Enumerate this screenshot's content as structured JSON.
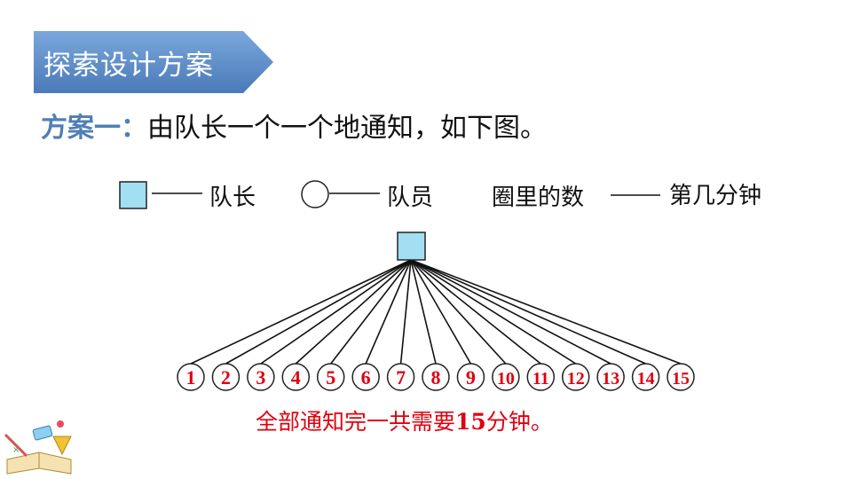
{
  "banner": {
    "title": "探索设计方案"
  },
  "plan": {
    "label": "方案一：",
    "text": "由队长一个一个地通知，如下图。"
  },
  "legend": {
    "leader_label": "队长",
    "member_label": "队员",
    "number_caption": "圈里的数",
    "minute_label": "第几分钟"
  },
  "diagram": {
    "nodes": [
      "1",
      "2",
      "3",
      "4",
      "5",
      "6",
      "7",
      "8",
      "9",
      "10",
      "11",
      "12",
      "13",
      "14",
      "15"
    ]
  },
  "summary": {
    "prefix": "全部通知完一共需要",
    "minutes": "15",
    "suffix": "分钟。"
  },
  "colors": {
    "banner": "#5b8bc7",
    "leader_fill": "#a3dff3",
    "plan_label": "#4f7fb4",
    "number_red": "#e0000f"
  },
  "icons": {
    "corner": "school-supplies-icon"
  }
}
